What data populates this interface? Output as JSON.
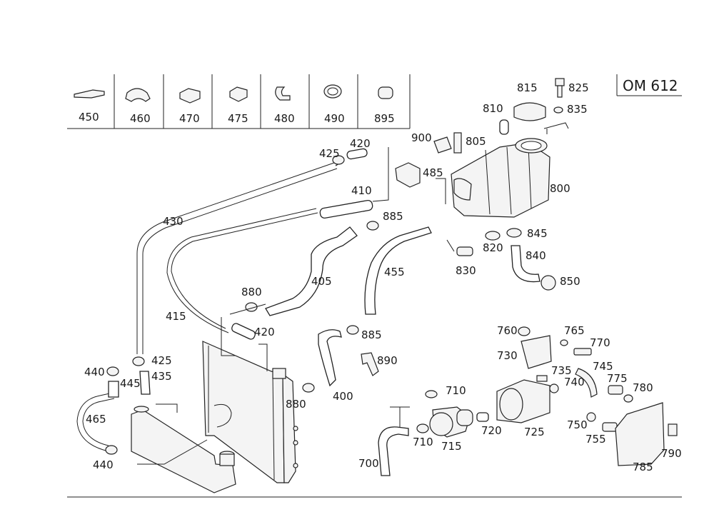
{
  "title": "OM 612",
  "legend_parts": [
    "450",
    "460",
    "470",
    "475",
    "480",
    "490",
    "895"
  ],
  "labels": {
    "p400": "400",
    "p405": "405",
    "p410": "410",
    "p415": "415",
    "p420a": "420",
    "p420b": "420",
    "p425a": "425",
    "p425b": "425",
    "p430": "430",
    "p435": "435",
    "p440a": "440",
    "p440b": "440",
    "p445": "445",
    "p455": "455",
    "p465": "465",
    "p485": "485",
    "p700": "700",
    "p710a": "710",
    "p710b": "710",
    "p715": "715",
    "p720": "720",
    "p725": "725",
    "p730": "730",
    "p735": "735",
    "p740": "740",
    "p745": "745",
    "p750": "750",
    "p755": "755",
    "p760": "760",
    "p765": "765",
    "p770": "770",
    "p775": "775",
    "p780": "780",
    "p785": "785",
    "p790": "790",
    "p800": "800",
    "p805": "805",
    "p810": "810",
    "p815": "815",
    "p820": "820",
    "p825": "825",
    "p830": "830",
    "p835": "835",
    "p840": "840",
    "p845": "845",
    "p850": "850",
    "p880a": "880",
    "p880b": "880",
    "p885a": "885",
    "p885b": "885",
    "p890": "890",
    "p900": "900"
  }
}
